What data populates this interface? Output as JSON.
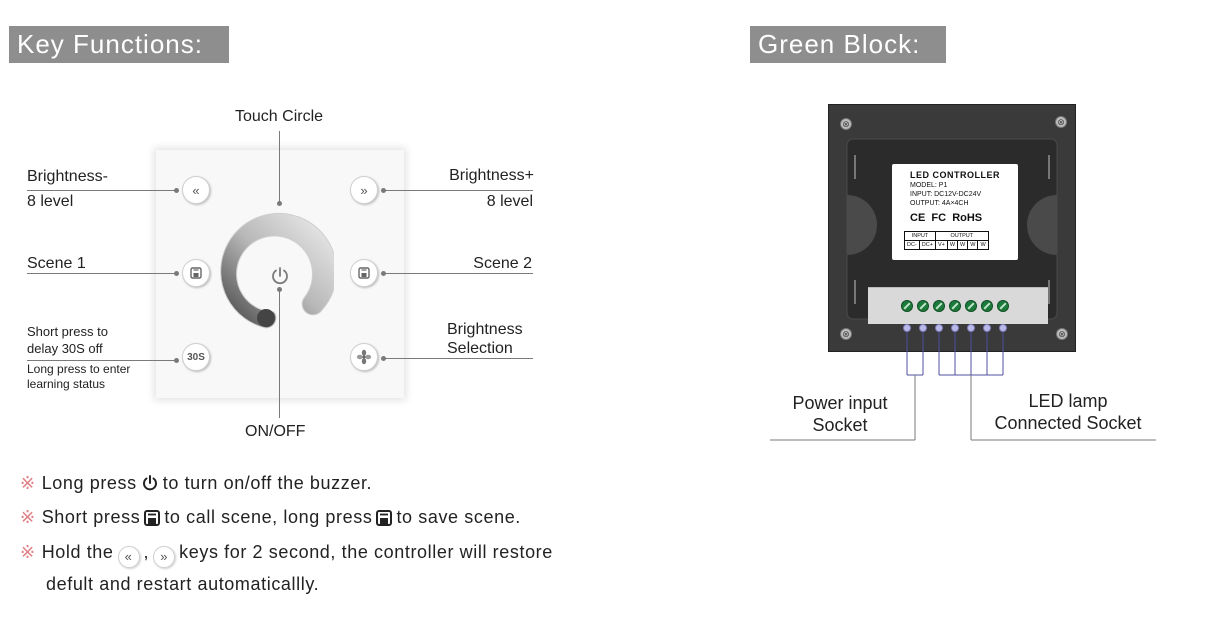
{
  "sections": {
    "key_functions": "Key Functions:",
    "green_block": "Green Block:"
  },
  "panel_labels": {
    "touch_circle": "Touch Circle",
    "brightness_minus": "Brightness-",
    "brightness_minus_level": "8 level",
    "brightness_plus": "Brightness+",
    "brightness_plus_level": "8 level",
    "scene1": "Scene 1",
    "scene2": "Scene 2",
    "short_press_1": "Short press to",
    "short_press_2": "delay 30S off",
    "long_press_1": "Long press to enter",
    "long_press_2": "learning status",
    "brightness_selection_1": "Brightness",
    "brightness_selection_2": "Selection",
    "on_off": "ON/OFF"
  },
  "keys": {
    "brightness_minus_glyph": "«",
    "brightness_plus_glyph": "»",
    "timer_glyph": "30S"
  },
  "notes": {
    "mark": "※",
    "n1_a": "Long press",
    "n1_b": "to turn on/off the buzzer.",
    "n2_a": "Short press",
    "n2_b": "to call scene, long press",
    "n2_c": "to save scene.",
    "n3_a": "Hold the",
    "n3_b": ",",
    "n3_c": "keys for 2 second, the controller will restore",
    "n3_d": "defult and restart automaticallly."
  },
  "device_label": {
    "title": "LED CONTROLLER",
    "model": "MODEL: P1",
    "input": "INPUT: DC12V-DC24V",
    "output": "OUTPUT: 4A×4CH",
    "cert_ce": "CE",
    "cert_fc": "FC",
    "cert_rohs": "RoHS",
    "table_input": "INPUT",
    "table_output": "OUTPUT",
    "table_cells": [
      "DC-",
      "DC+",
      "V+",
      "W",
      "W",
      "W",
      "W"
    ]
  },
  "callouts": {
    "power_1": "Power input",
    "power_2": "Socket",
    "led_1": "LED lamp",
    "led_2": "Connected Socket"
  },
  "colors": {
    "section_bg": "#8e8e8e",
    "note_mark": "#e07f86",
    "terminal_green": "#1e7a3c"
  }
}
